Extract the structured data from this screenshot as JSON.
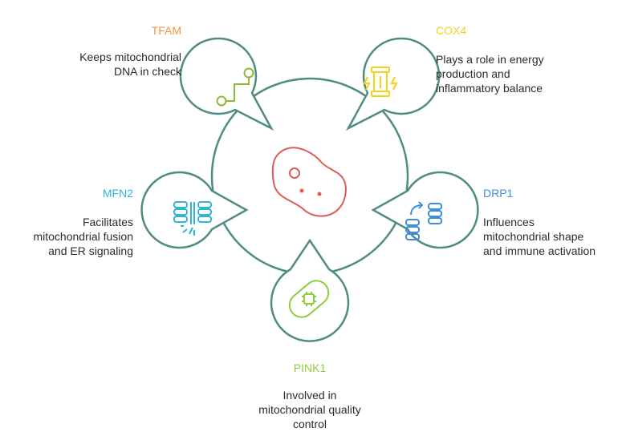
{
  "colors": {
    "ring": "#4f8c82",
    "tfam": "#f0953a",
    "cox4": "#f2d21b",
    "drp1": "#3f8de0",
    "pink1": "#8fcc3c",
    "mfn2": "#2fb4d8",
    "center": "#de5b55",
    "text": "#2b2b2b"
  },
  "nodes": {
    "tfam": {
      "name": "TFAM",
      "icon": "circuit-connector-icon",
      "desc": [
        "Keeps mitochondrial",
        "DNA in check"
      ]
    },
    "cox4": {
      "name": "COX4",
      "icon": "energy-battery-icon",
      "desc": [
        "Plays a role in energy",
        "production and",
        "inflammatory balance"
      ]
    },
    "drp1": {
      "name": "DRP1",
      "icon": "server-stack-transfer-icon",
      "desc": [
        "Influences",
        "mitochondrial shape",
        "and immune activation"
      ]
    },
    "pink1": {
      "name": "PINK1",
      "icon": "mitochondrion-bug-icon",
      "desc": [
        "Involved in",
        "mitochondrial quality",
        "control"
      ]
    },
    "mfn2": {
      "name": "MFN2",
      "icon": "fusion-stacks-icon",
      "desc": [
        "Facilitates",
        "mitochondrial fusion",
        "and ER signaling"
      ]
    }
  },
  "center_icon": "cell-icon"
}
